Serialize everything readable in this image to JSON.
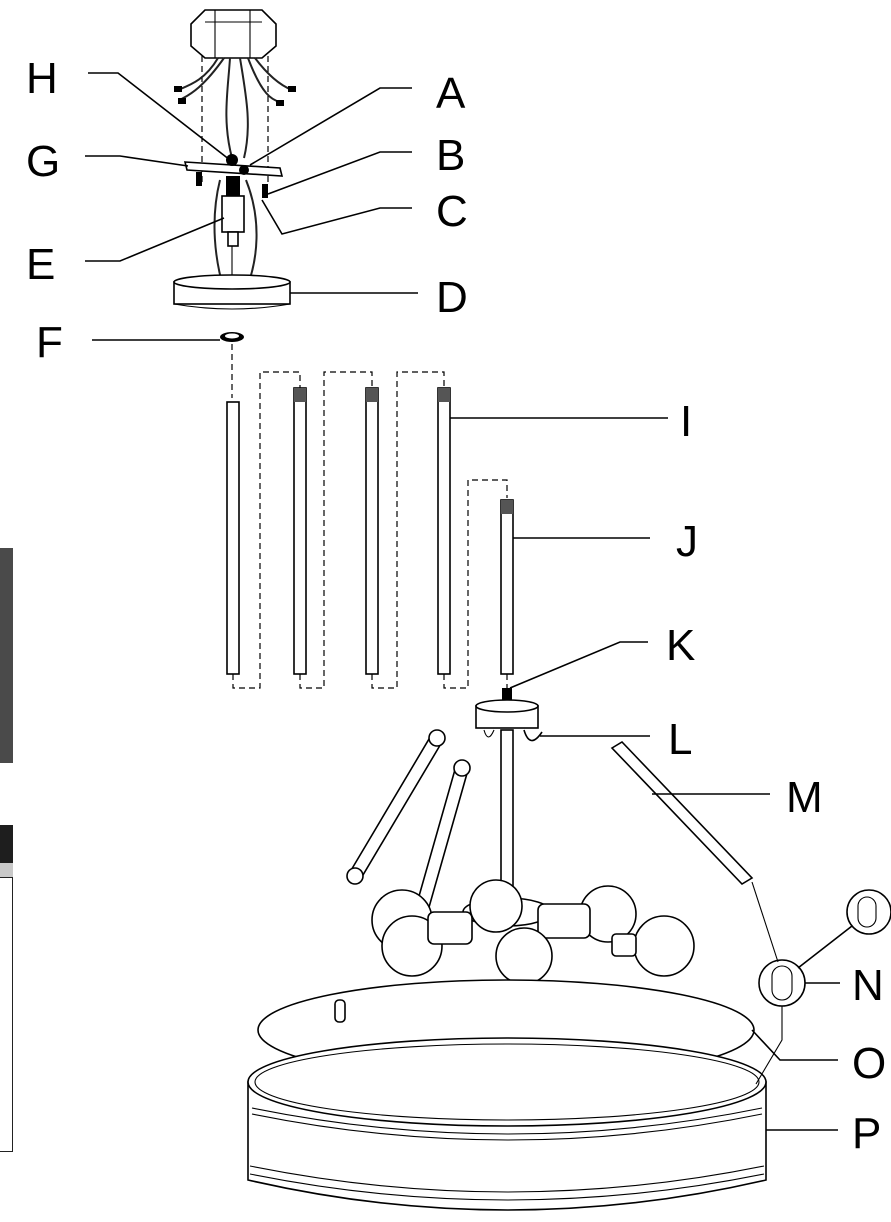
{
  "diagram": {
    "labels": [
      {
        "id": "H",
        "text": "H"
      },
      {
        "id": "A",
        "text": "A"
      },
      {
        "id": "G",
        "text": "G"
      },
      {
        "id": "B",
        "text": "B"
      },
      {
        "id": "C",
        "text": "C"
      },
      {
        "id": "E",
        "text": "E"
      },
      {
        "id": "D",
        "text": "D"
      },
      {
        "id": "F",
        "text": "F"
      },
      {
        "id": "I",
        "text": "I"
      },
      {
        "id": "J",
        "text": "J"
      },
      {
        "id": "K",
        "text": "K"
      },
      {
        "id": "L",
        "text": "L"
      },
      {
        "id": "M",
        "text": "M"
      },
      {
        "id": "N",
        "text": "N"
      },
      {
        "id": "O",
        "text": "O"
      },
      {
        "id": "P",
        "text": "P"
      }
    ]
  }
}
